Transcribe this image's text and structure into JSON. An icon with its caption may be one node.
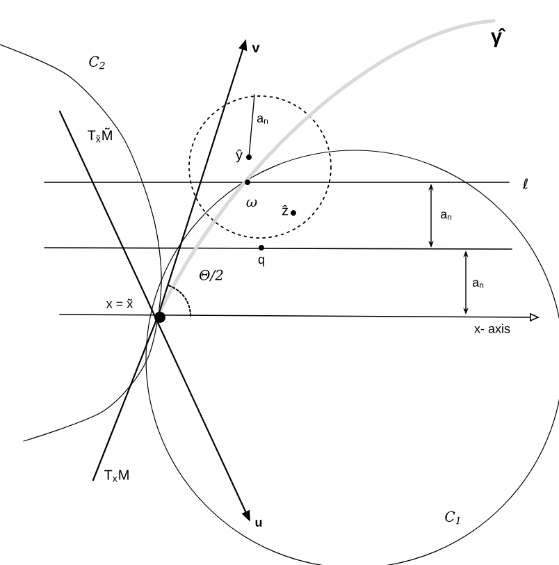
{
  "diagram": {
    "labels": [
      "γ̂",
      "C$_{2}$",
      "v",
      "T$_{x̃}$M̃",
      "a$_{n}$",
      "ŷ",
      "ℓ",
      "ω",
      "ẑ",
      "a$_{n}$",
      "q",
      "Θ/2",
      "a$_{n}$",
      "x = x̃",
      "x- axis",
      "T$_{x}$M",
      "u",
      "C$_{1}$"
    ]
  }
}
